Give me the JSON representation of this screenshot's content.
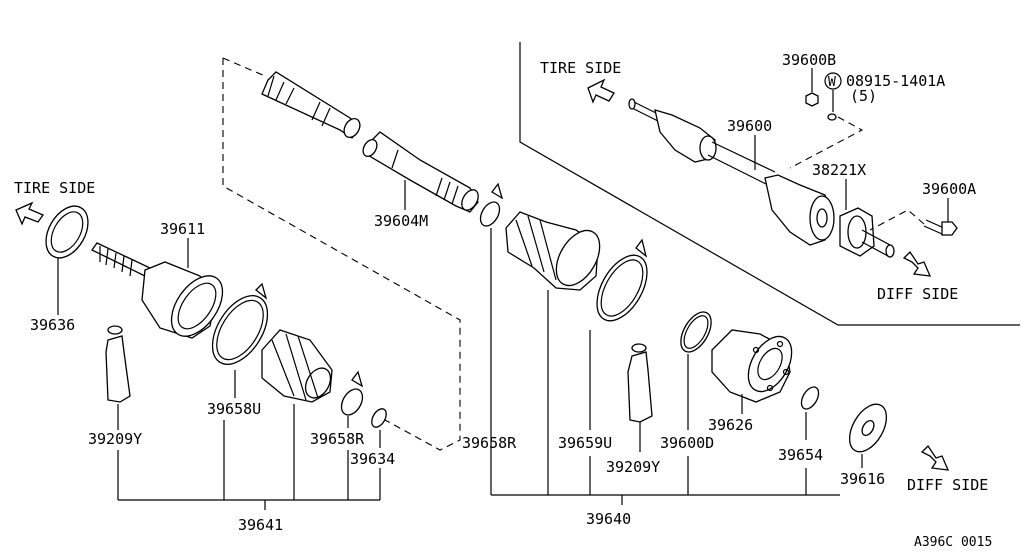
{
  "sections": {
    "left": {
      "side_labels": {
        "tire": "TIRE SIDE"
      },
      "parts": [
        {
          "id": "p39636",
          "number": "39636"
        },
        {
          "id": "p39611",
          "number": "39611"
        },
        {
          "id": "p39209y_left",
          "number": "39209Y"
        },
        {
          "id": "p39658u",
          "number": "39658U"
        },
        {
          "id": "p39658r_left",
          "number": "39658R"
        },
        {
          "id": "p39634",
          "number": "39634"
        },
        {
          "id": "p39604m",
          "number": "39604M"
        }
      ],
      "assembly_number": "39641"
    },
    "right": {
      "side_labels": {
        "diff": "DIFF SIDE"
      },
      "parts": [
        {
          "id": "p39658r_right",
          "number": "39658R"
        },
        {
          "id": "p39659u",
          "number": "39659U"
        },
        {
          "id": "p39209y_right",
          "number": "39209Y"
        },
        {
          "id": "p39600d",
          "number": "39600D"
        },
        {
          "id": "p39626",
          "number": "39626"
        },
        {
          "id": "p39654",
          "number": "39654"
        },
        {
          "id": "p39616",
          "number": "39616"
        }
      ],
      "assembly_number": "39640"
    },
    "inset": {
      "side_labels": {
        "tire": "TIRE SIDE",
        "diff": "DIFF SIDE"
      },
      "parts": [
        {
          "id": "p39600",
          "number": "39600"
        },
        {
          "id": "p39600b",
          "number": "39600B"
        },
        {
          "id": "p08915",
          "number": "08915-1401A",
          "qty": "(5)",
          "marker": "W"
        },
        {
          "id": "p38221x",
          "number": "38221X"
        },
        {
          "id": "p39600a",
          "number": "39600A"
        }
      ]
    }
  },
  "diagram_code": "A396C 0015"
}
